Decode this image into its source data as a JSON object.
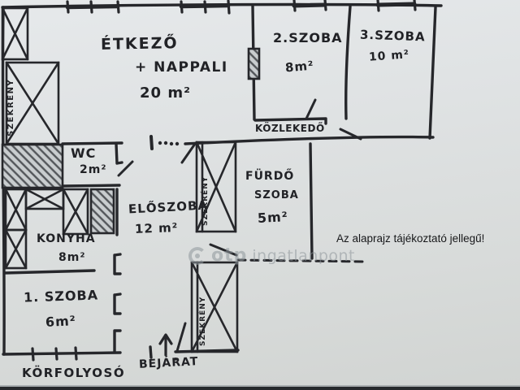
{
  "disclaimer": "Az alaprajz tájékoztató jellegű!",
  "watermark": {
    "brand": "otp",
    "suffix": "ingatlanpont"
  },
  "closet_label": "SZEKRÉNY",
  "rooms": {
    "etkezo": {
      "name": "ÉTKEZŐ",
      "name2": "+ NAPPALI",
      "area": "20 m²"
    },
    "szoba2": {
      "name": "2.SZOBA",
      "area": "8m²"
    },
    "szoba3": {
      "name": "3.SZOBA",
      "area": "10 m²"
    },
    "kozlekedo": {
      "name": "KÖZLEKEDŐ"
    },
    "wc": {
      "name": "WC",
      "area": "2m²"
    },
    "eloszoba": {
      "name": "ELŐSZOBA",
      "area": "12 m²"
    },
    "furdoszoba": {
      "name": "FÜRDŐ",
      "name2": "SZOBA",
      "area": "5m²"
    },
    "konyha": {
      "name": "KONYHA",
      "area": "8m²"
    },
    "szoba1": {
      "name": "1. SZOBA",
      "area": "6m²"
    },
    "korfolyoso": {
      "name": "KÖRFOLYOSÓ"
    },
    "bejarat": {
      "name": "BEJÁRAT"
    }
  }
}
